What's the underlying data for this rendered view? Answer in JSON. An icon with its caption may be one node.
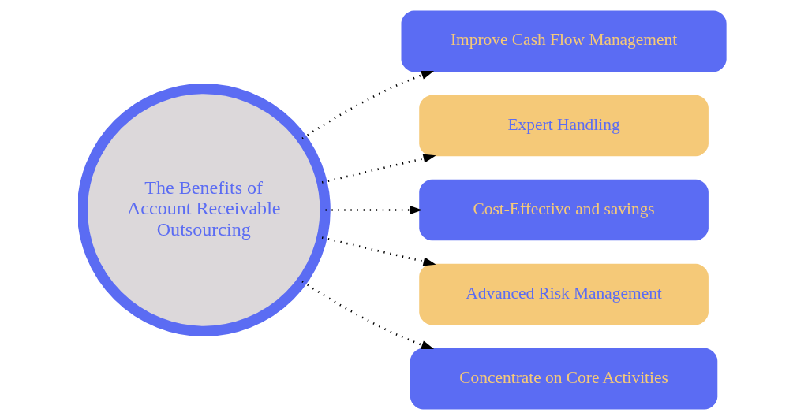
{
  "diagram": {
    "nodes": [
      {
        "text": [
          "The Benefits of Account Receivable Outsourcing"
        ]
      },
      {
        "text": [
          "Improve Cash Flow Management"
        ]
      },
      {
        "text": [
          "Expert Handling"
        ]
      },
      {
        "text": [
          "Cost-Effective and savings"
        ]
      },
      {
        "text": [
          "Advanced Risk Management"
        ]
      },
      {
        "text": [
          "Concentrate on Core Activities"
        ]
      }
    ],
    "edges": [
      {
        "from": 0,
        "to": 1,
        "arrow": "to",
        "style": "dashed"
      },
      {
        "from": 0,
        "to": 2,
        "arrow": "to",
        "style": "dashed"
      },
      {
        "from": 0,
        "to": 3,
        "arrow": "to",
        "style": "dashed"
      },
      {
        "from": 0,
        "to": 4,
        "arrow": "to",
        "style": "dashed"
      },
      {
        "from": 0,
        "to": 5,
        "arrow": "to",
        "style": "dashed"
      }
    ]
  }
}
